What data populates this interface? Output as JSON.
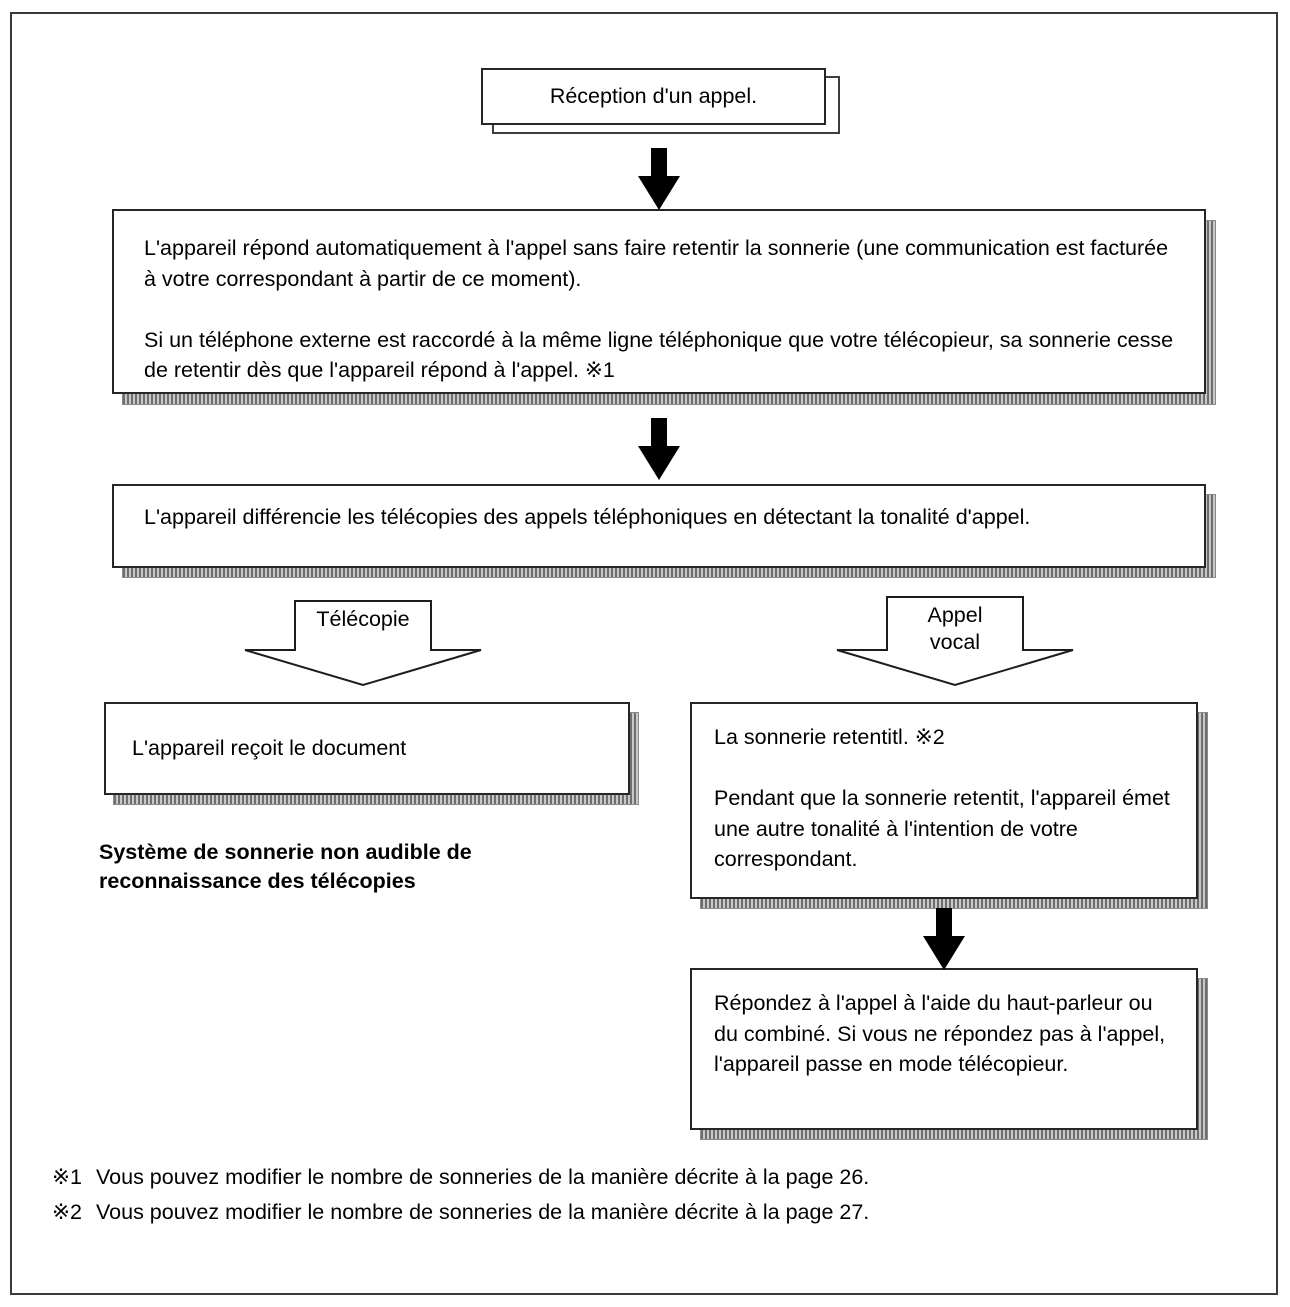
{
  "diagram": {
    "title_note": "Silent fax-recognition ring system flowchart",
    "nodes": {
      "start": {
        "text": "Réception d'un appel."
      },
      "auto_answer": {
        "text": "L'appareil répond automatiquement à l'appel sans faire retentir la sonnerie (une communication est facturée à votre correspondant à partir de ce moment).\n\nSi un téléphone externe est raccordé à la même ligne téléphonique que votre télécopieur, sa sonnerie cesse de retentir dès que l'appareil répond à l'appel. ※1"
      },
      "discriminate": {
        "text": "L'appareil différencie les télécopies des appels téléphoniques en détectant la tonalité d'appel."
      },
      "receive_document": {
        "text": "L'appareil reçoit le document"
      },
      "ring_sounds": {
        "text": "La sonnerie retentitl. ※2\n\nPendant que la sonnerie retentit, l'appareil émet une autre tonalité à l'intention de votre correspondant."
      },
      "answer_call": {
        "text": "Répondez à l'appel à l'aide du haut-parleur ou du combiné. Si vous ne répondez pas à l'appel, l'appareil passe en mode télécopieur."
      }
    },
    "branches": {
      "fax": {
        "label": "Télécopie"
      },
      "voice": {
        "label": "Appel\nvocal"
      }
    },
    "caption": {
      "text": "Système de sonnerie non audible de\nreconnaissance des télécopies"
    },
    "footnotes": [
      {
        "marker": "※1",
        "text": "Vous pouvez modifier le nombre de sonneries de la manière décrite à la page 26."
      },
      {
        "marker": "※2",
        "text": "Vous pouvez modifier le nombre de sonneries de la manière décrite à la page 27."
      }
    ],
    "colors": {
      "ink": "#000000",
      "frame": "#3a3a3a",
      "shadow": "#8a8a8a",
      "background": "#ffffff"
    }
  }
}
